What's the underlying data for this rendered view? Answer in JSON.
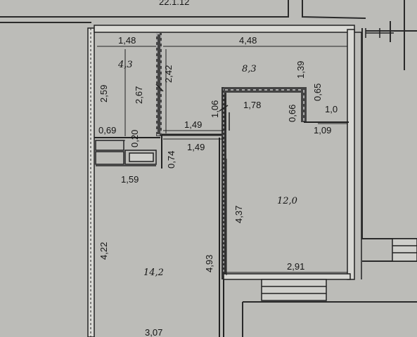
{
  "header": {
    "top_label": "22.1.12"
  },
  "rooms": [
    {
      "id": "bathroom",
      "area": "4,3"
    },
    {
      "id": "kitchen",
      "area": "8,3"
    },
    {
      "id": "room",
      "area": "12,0"
    },
    {
      "id": "living",
      "area": "14,2"
    }
  ],
  "dimensions": {
    "bath_top": "1,48",
    "bath_outer": "2,59",
    "bath_inner": "2,67",
    "bath_right": "2,42",
    "small_w": "0,69",
    "small_h": "0,20",
    "bottom_159": "1,59",
    "kitchen_w": "4,48",
    "kitchen_h": "1,39",
    "step_106": "1,06",
    "corridor_149a": "1,49",
    "corridor_149b": "1,49",
    "gap_074": "0,74",
    "room_top": "1,78",
    "niche_066": "0,66",
    "niche_065": "0,65",
    "niche_10": "1,0",
    "niche_109": "1,09",
    "room_h": "4,37",
    "room_w": "2,91",
    "living_left": "4,22",
    "living_mid": "4,93",
    "living_bottom": "3,07"
  }
}
